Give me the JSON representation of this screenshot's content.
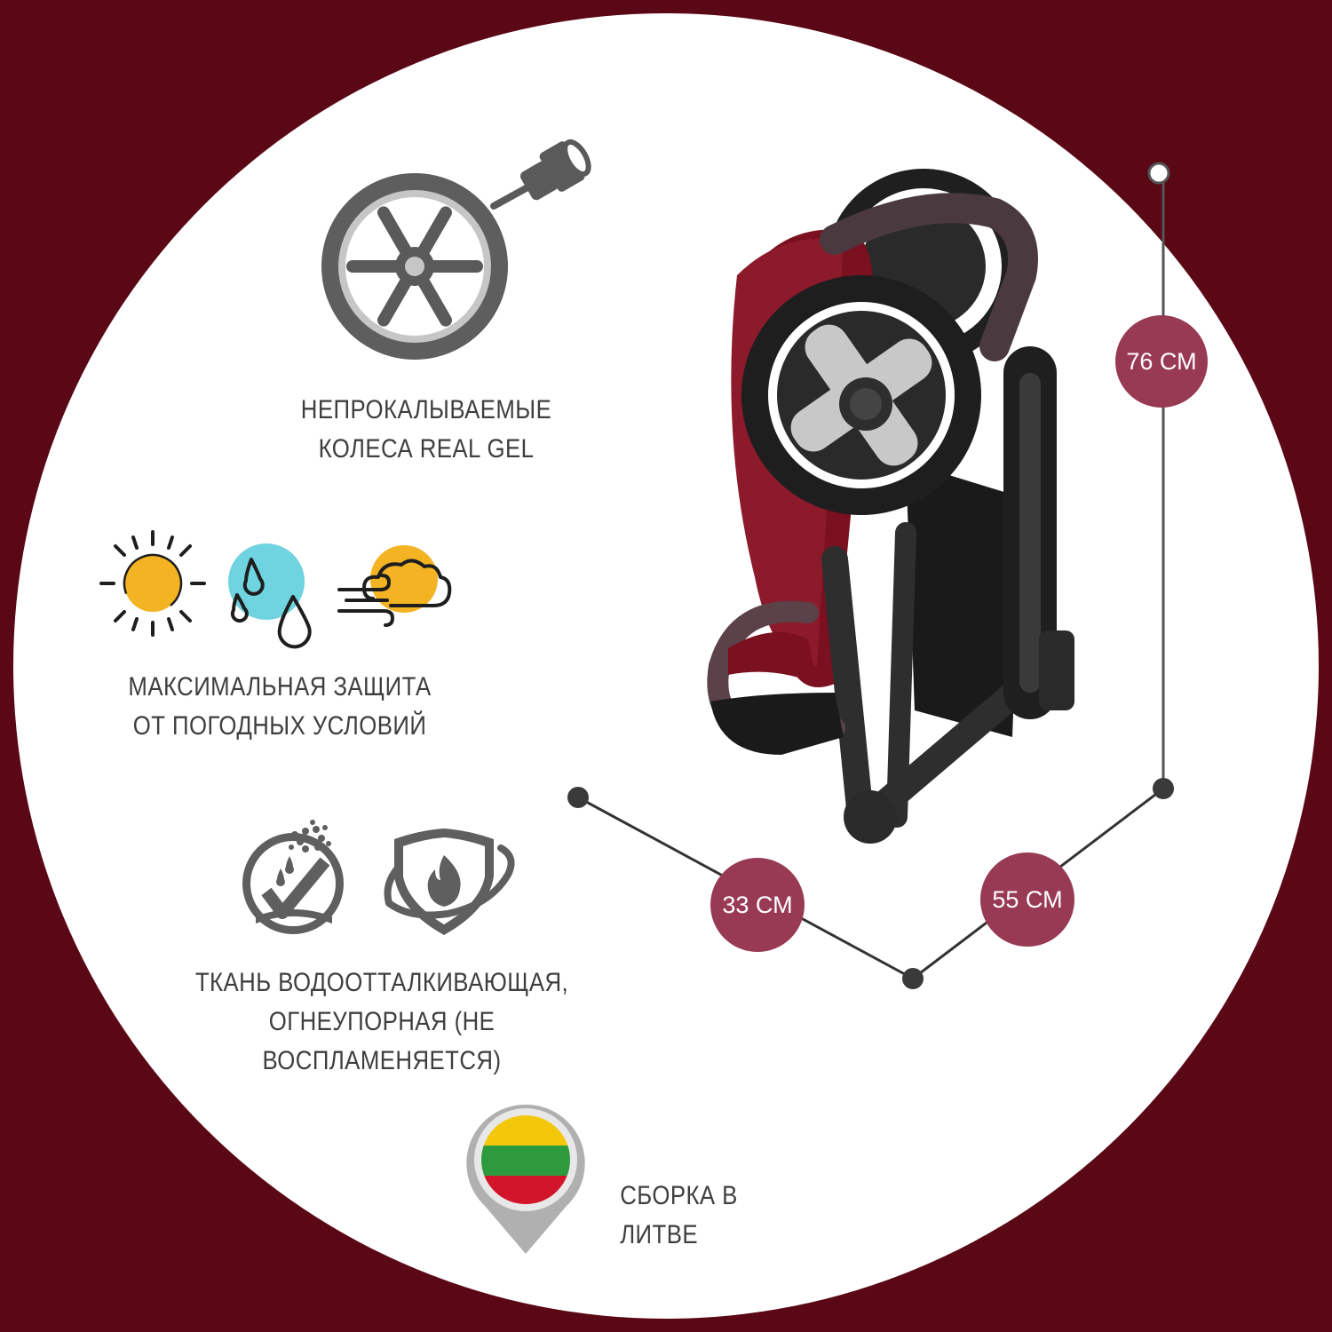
{
  "colors": {
    "background": "#5a0716",
    "circle": "#ffffff",
    "text": "#3e3e3e",
    "badge": "#993a55",
    "sun": "#f4b323",
    "drop": "#6fd3e0",
    "icon_gray": "#626262",
    "flag_yellow": "#f4c80a",
    "flag_green": "#2e9a3e",
    "flag_red": "#d3152b"
  },
  "features": {
    "wheels": {
      "icon": "wheel-icon",
      "line1": "НЕПРОКАЛЫВАЕМЫЕ",
      "line2": "КОЛЕСА REAL GEL"
    },
    "weather": {
      "icons": [
        "sun-icon",
        "rain-drops-icon",
        "wind-cloud-icon"
      ],
      "line1": "МАКСИМАЛЬНАЯ ЗАЩИТА",
      "line2": "ОТ ПОГОДНЫХ УСЛОВИЙ"
    },
    "fabric": {
      "icons": [
        "water-repellent-icon",
        "fire-shield-icon"
      ],
      "line1": "ТКАНЬ ВОДООТТАЛКИВАЮЩАЯ,",
      "line2": "ОГНЕУПОРНАЯ (НЕ ВОСПЛАМЕНЯЕТСЯ)"
    },
    "assembly": {
      "icon": "lithuania-flag-pin-icon",
      "label": "СБОРКА В ЛИТВЕ"
    }
  },
  "dimensions": {
    "height": "76 СМ",
    "depth": "33 СМ",
    "width": "55 СМ"
  }
}
